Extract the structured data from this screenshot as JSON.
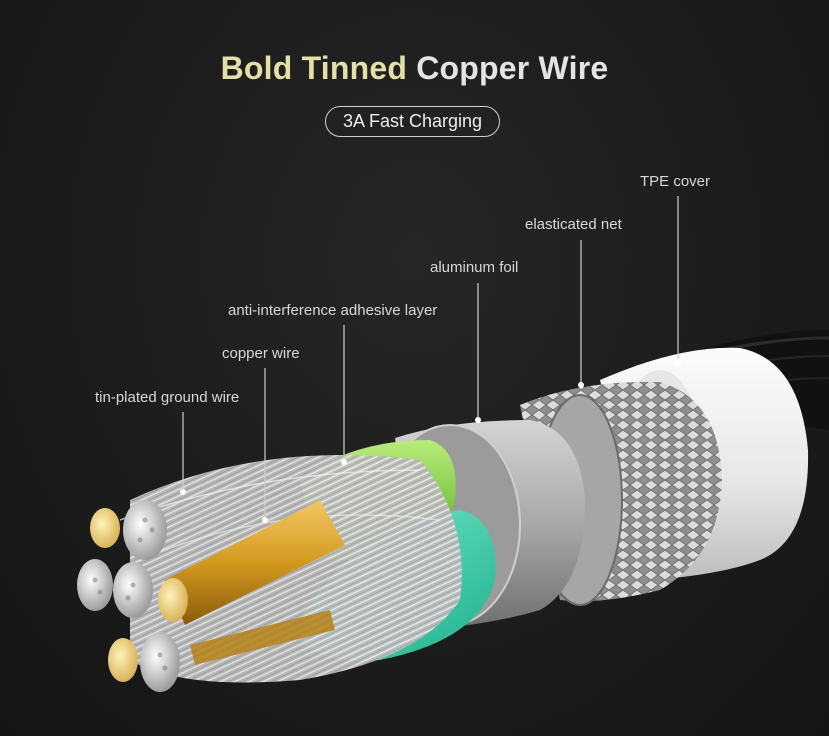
{
  "heading": {
    "part1": "Bold Tinned",
    "part2": "Copper Wire"
  },
  "badge": "3A Fast Charging",
  "callouts": {
    "tpe_cover": "TPE cover",
    "elasticated_net": "elasticated net",
    "aluminum_foil": "aluminum foil",
    "adhesive_layer": "anti-interference adhesive layer",
    "copper_wire": "copper wire",
    "ground_wire": "tin-plated ground wire"
  },
  "colors": {
    "background": "#1b1b1b",
    "heading_accent": "#e3dfa7",
    "heading_main": "#e4e4e4",
    "tpe_jacket": "#f2f2f2",
    "braid": "#cfcfcf",
    "foil": "#a9a9a9",
    "adhesive_green": "#7ed43a",
    "teal_insulation": "#39d6b0",
    "copper": "#d79d22",
    "tin_strands": "#d8d8d8"
  }
}
